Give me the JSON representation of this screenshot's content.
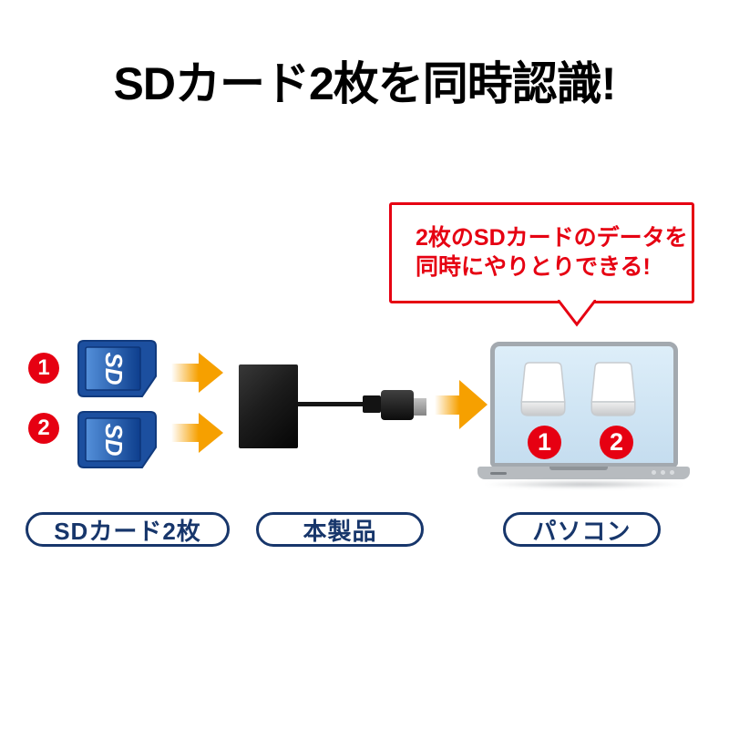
{
  "title": "SDカード2枚を同時認識!",
  "callout": {
    "line1": "2枚のSDカードのデータを",
    "line2": "同時にやりとりできる!"
  },
  "cards": [
    {
      "num": "1",
      "logo": "SD"
    },
    {
      "num": "2",
      "logo": "SD"
    }
  ],
  "drives": [
    {
      "num": "1"
    },
    {
      "num": "2"
    }
  ],
  "labels": {
    "cards": "SDカード2枚",
    "product": "本製品",
    "pc": "パソコン"
  },
  "colors": {
    "accent_red": "#e60012",
    "label_navy": "#17366b",
    "arrow_orange": "#f6a000",
    "sd_card_blue": "#1c4f9f",
    "laptop_screen_blue": "#d3e6f4"
  }
}
